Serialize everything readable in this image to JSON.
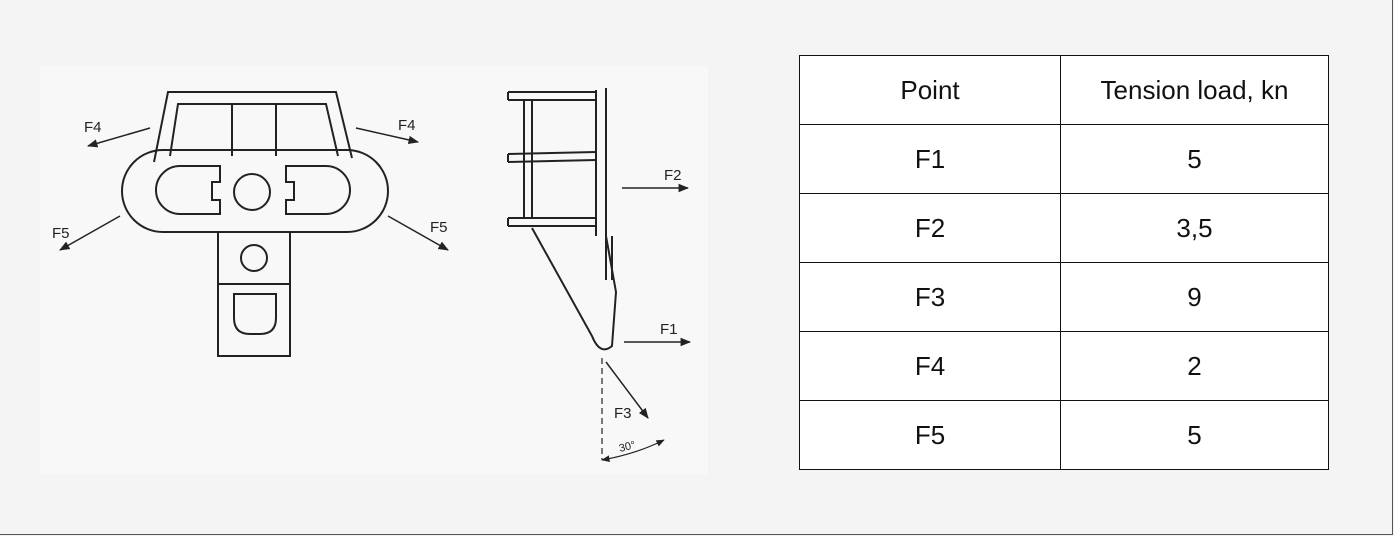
{
  "diagram": {
    "labels": {
      "f4_left": "F4",
      "f4_right": "F4",
      "f5_left": "F5",
      "f5_right": "F5",
      "f2": "F2",
      "f1": "F1",
      "f3": "F3",
      "angle": "30°"
    }
  },
  "table": {
    "headers": [
      "Point",
      "Tension load, kn"
    ],
    "rows": [
      {
        "point": "F1",
        "load": "5"
      },
      {
        "point": "F2",
        "load": "3,5"
      },
      {
        "point": "F3",
        "load": "9"
      },
      {
        "point": "F4",
        "load": "2"
      },
      {
        "point": "F5",
        "load": "5"
      }
    ]
  }
}
